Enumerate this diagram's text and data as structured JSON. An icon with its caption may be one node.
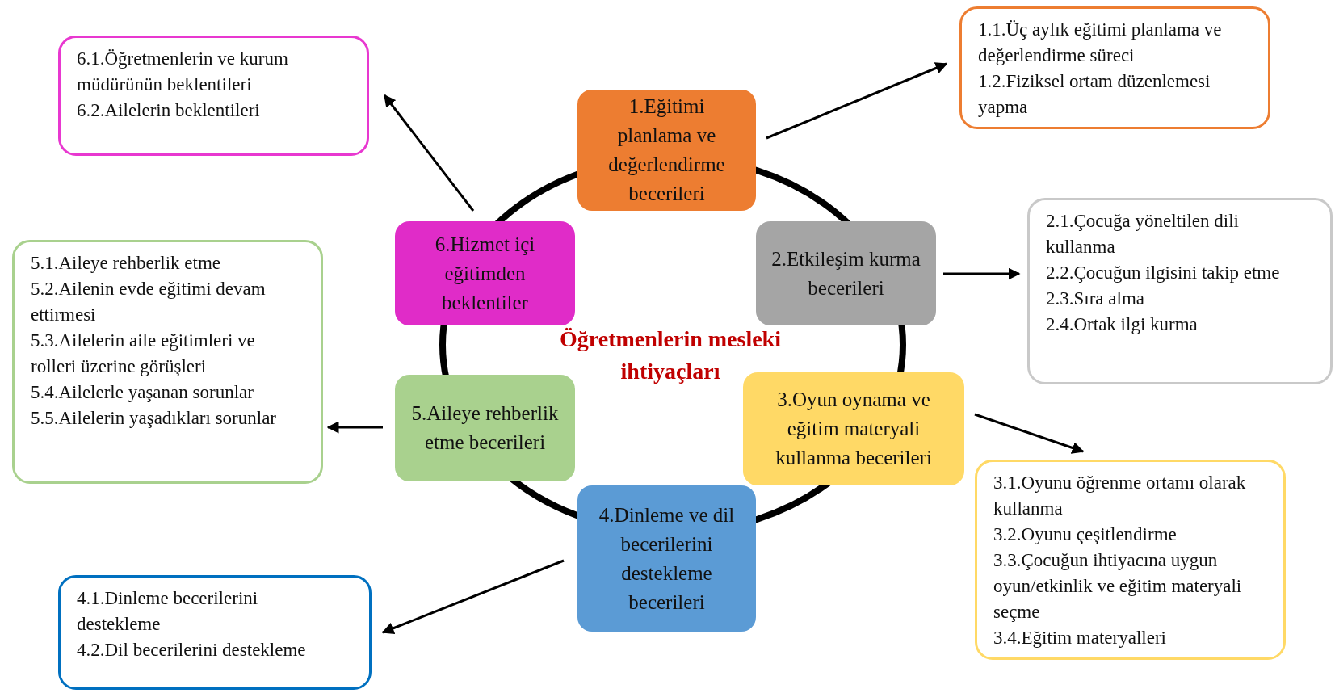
{
  "diagram": {
    "nodes": [
      {
        "text": [
          "1.Eğitimi planlama ve değerlendirme becerileri"
        ]
      },
      {
        "text": [
          "2.Etkileşim kurma becerileri"
        ]
      },
      {
        "text": [
          "3.Oyun oynama ve eğitim materyali kullanma becerileri"
        ]
      },
      {
        "text": [
          "4.Dinleme ve dil becerilerini destekleme becerileri"
        ]
      },
      {
        "text": [
          "5.Aileye rehberlik etme becerileri"
        ]
      },
      {
        "text": [
          "6.Hizmet içi eğitimden beklentiler"
        ]
      },
      {
        "text": [
          "1.1.Üç aylık eğitimi planlama ve değerlendirme süreci",
          "1.2.Fiziksel ortam düzenlemesi yapma"
        ]
      },
      {
        "text": [
          "2.1.Çocuğa yöneltilen dili kullanma",
          "2.2.Çocuğun ilgisini takip etme",
          "2.3.Sıra alma",
          "2.4.Ortak ilgi kurma"
        ]
      },
      {
        "text": [
          "3.1.Oyunu öğrenme ortamı olarak kullanma",
          "3.2.Oyunu çeşitlendirme",
          "3.3.Çocuğun ihtiyacına uygun oyun/etkinlik ve eğitim materyali seçme",
          "3.4.Eğitim materyalleri"
        ]
      },
      {
        "text": [
          "4.1.Dinleme becerilerini destekleme",
          "4.2.Dil becerilerini destekleme"
        ]
      },
      {
        "text": [
          "5.1.Aileye rehberlik etme",
          "5.2.Ailenin evde eğitimi devam ettirmesi",
          "5.3.Ailelerin aile eğitimleri ve rolleri üzerine görüşleri",
          "5.4.Ailelerle yaşanan sorunlar",
          "5.5.Ailelerin yaşadıkları sorunlar"
        ]
      },
      {
        "text": [
          "6.1.Öğretmenlerin ve kurum müdürünün beklentileri",
          "6.2.Ailelerin beklentileri"
        ]
      }
    ],
    "edges": [
      {
        "from": 0,
        "to": 6,
        "arrow": "to"
      },
      {
        "from": 1,
        "to": 7,
        "arrow": "to"
      },
      {
        "from": 2,
        "to": 8,
        "arrow": "to"
      },
      {
        "from": 3,
        "to": 9,
        "arrow": "to"
      },
      {
        "from": 4,
        "to": 10,
        "arrow": "to"
      },
      {
        "from": 5,
        "to": 11,
        "arrow": "to"
      }
    ],
    "labels": [
      "Öğretmenlerin mesleki ihtiyaçları"
    ]
  }
}
